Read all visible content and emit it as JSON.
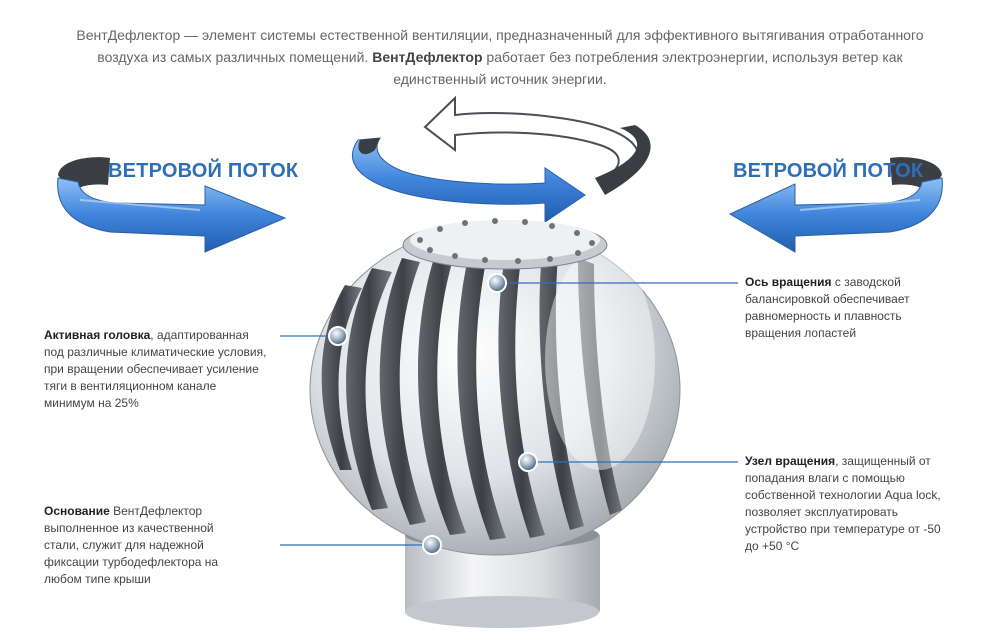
{
  "intro": {
    "brand_1": "ВентДефлектор",
    "text_1": " — элемент системы естественной вентиляции, предназначенный для эффективного вытягивания отработанного воздуха из самых различных помещений.  ",
    "brand_2": "ВентДефлектор",
    "text_2": "  работает без потребления электроэнергии, используя ветер как единственный источник энергии."
  },
  "wind": {
    "left_label": "ВЕТРОВОЙ ПОТОК",
    "right_label": "ВЕТРОВОЙ ПОТОК"
  },
  "callouts": {
    "active_head": {
      "title": "Активная головка",
      "text": ", адаптированная под различные климатические условия, при вращении обеспечивает усиление тяги в вентиляционном канале минимум на 25%"
    },
    "base": {
      "title": "Основание",
      "text": "  ВентДефлектор выполненное из качественной стали, служит для надежной фиксации турбодефлектора на любом типе крыши"
    },
    "axis": {
      "title": "Ось вращения",
      "text": " с заводской балансировкой обеспечивает равномерность и плавность вращения лопастей"
    },
    "rotation_unit": {
      "title": "Узел вращения",
      "text": ", защищенный от попадания влаги с помощью собственной технологии Aqua lock, позволяет эксплуатировать устройство при температуре от -50 до +50 °С"
    }
  },
  "colors": {
    "accent_blue": "#2f6fb7",
    "arrow_blue": "#4a8fe0",
    "metal_light": "#eef0f2",
    "metal_dark": "#6e7378"
  }
}
